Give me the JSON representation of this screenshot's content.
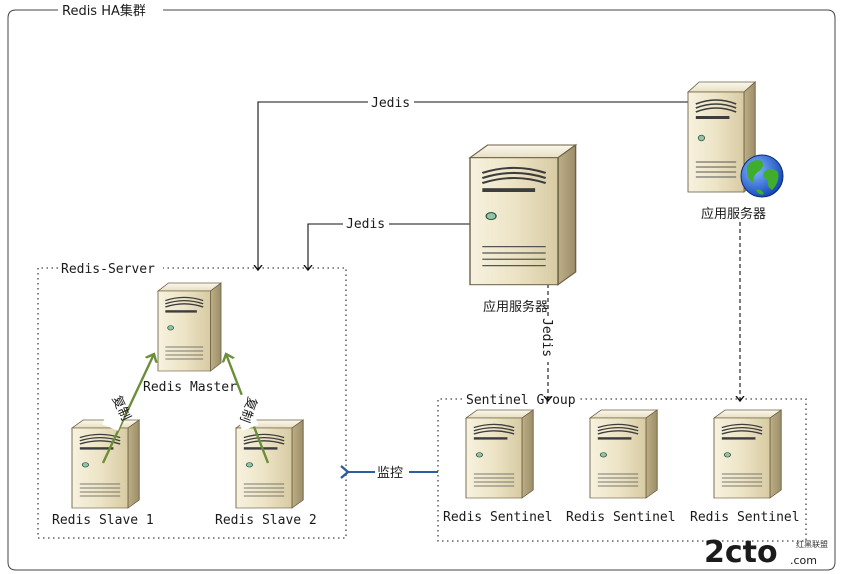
{
  "cluster_title": "Redis HA集群",
  "redis_server": {
    "title": "Redis-Server",
    "master": "Redis Master",
    "slave1": "Redis Slave 1",
    "slave2": "Redis Slave 2",
    "replicate_label": "复制"
  },
  "sentinel_group": {
    "title": "Sentinel Group",
    "sentinels": [
      "Redis Sentinel",
      "Redis Sentinel",
      "Redis Sentinel"
    ]
  },
  "app_servers": {
    "top": "应用服务器",
    "middle": "应用服务器"
  },
  "edges": {
    "jedis_top": "Jedis",
    "jedis_mid": "Jedis",
    "jedis_vertical": "Jedis",
    "monitor": "监控"
  },
  "watermark": {
    "logo": "2cto",
    "domain": ".com",
    "cn": "红黑联盟"
  },
  "colors": {
    "green_arrow": "#6b8e3a",
    "blue_arrow": "#2e5d9e"
  }
}
